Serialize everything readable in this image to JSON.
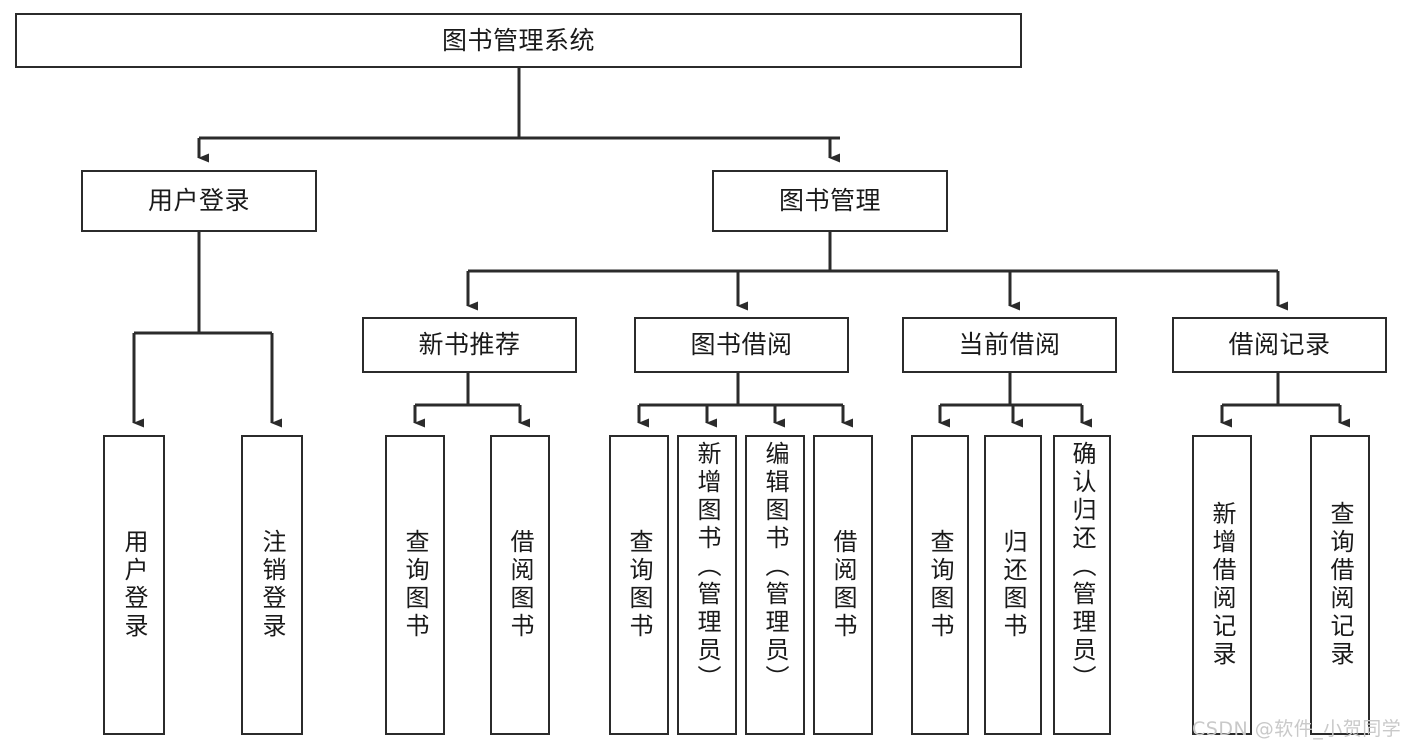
{
  "diagram": {
    "title": "图书管理系统",
    "type": "hierarchy-tree",
    "stroke_color": "#2b2b2b",
    "background_color": "#ffffff",
    "text_color": "#1a1a1a",
    "root": {
      "label": "图书管理系统"
    },
    "level1": [
      {
        "label": "用户登录"
      },
      {
        "label": "图书管理"
      }
    ],
    "level2": [
      {
        "label": "新书推荐"
      },
      {
        "label": "图书借阅"
      },
      {
        "label": "当前借阅"
      },
      {
        "label": "借阅记录"
      }
    ],
    "leaves": {
      "user_login": [
        {
          "label": "用户登录"
        },
        {
          "label": "注销登录"
        }
      ],
      "new_book": [
        {
          "label": "查询图书"
        },
        {
          "label": "借阅图书"
        }
      ],
      "book_borrow": [
        {
          "label": "查询图书"
        },
        {
          "label": "新增图书（管理员）"
        },
        {
          "label": "编辑图书（管理员）"
        },
        {
          "label": "借阅图书"
        }
      ],
      "current_borrow": [
        {
          "label": "查询图书"
        },
        {
          "label": "归还图书"
        },
        {
          "label": "确认归还（管理员）"
        }
      ],
      "borrow_record": [
        {
          "label": "新增借阅记录"
        },
        {
          "label": "查询借阅记录"
        }
      ]
    }
  },
  "watermark": {
    "text": "CSDN @软件_小贺同学",
    "color": "#c9c9c9"
  }
}
